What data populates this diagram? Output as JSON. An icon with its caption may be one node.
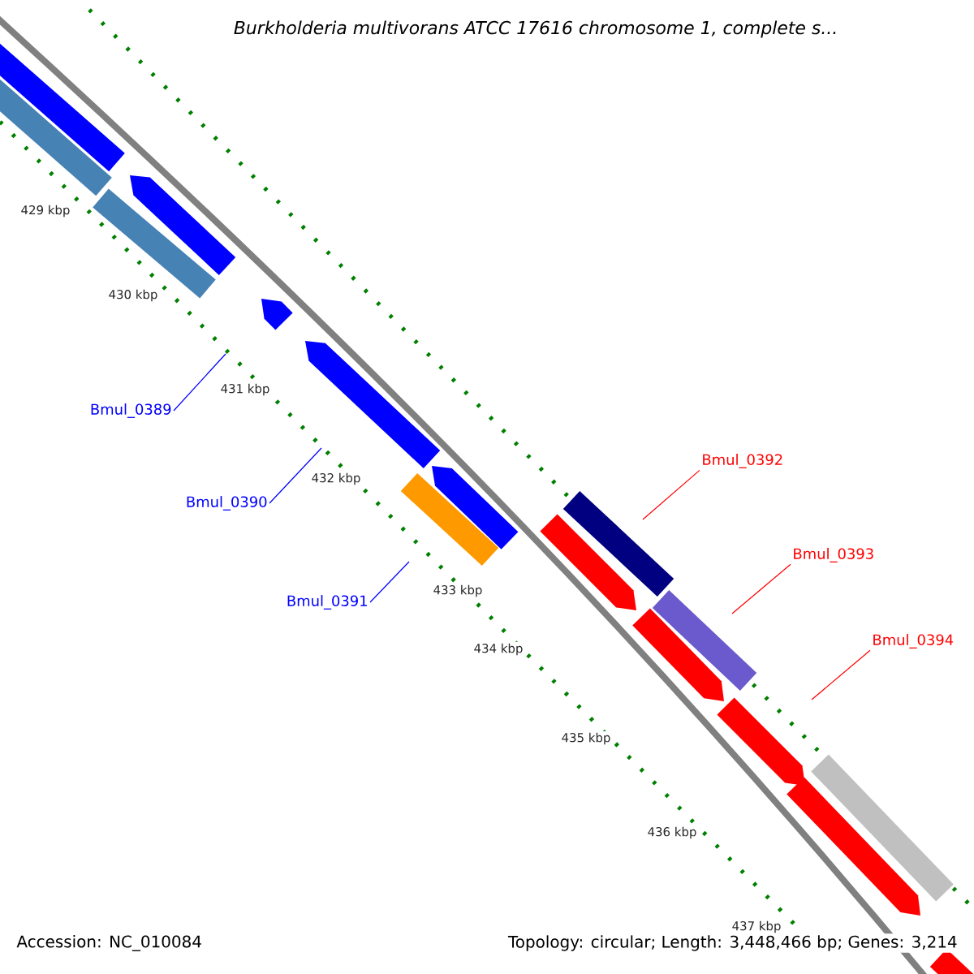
{
  "diagram": {
    "title": "Burkholderia multivorans ATCC 17616 chromosome 1, complete s...",
    "nodes": [
      {
        "text": [
          "Bmul_0389"
        ]
      },
      {
        "text": [
          "Bmul_0390"
        ]
      },
      {
        "text": [
          "Bmul_0391"
        ]
      },
      {
        "text": [
          "Bmul_0392"
        ]
      },
      {
        "text": [
          "Bmul_0393"
        ]
      },
      {
        "text": [
          "Bmul_0394"
        ]
      }
    ],
    "edges": [
      {
        "from": 0,
        "to": null,
        "arrow": "none",
        "color": "#0000ff"
      },
      {
        "from": 1,
        "to": null,
        "arrow": "none",
        "color": "#0000ff"
      },
      {
        "from": 2,
        "to": null,
        "arrow": "none",
        "color": "#0000ff"
      },
      {
        "from": 3,
        "to": null,
        "arrow": "none",
        "color": "#ff0000"
      },
      {
        "from": 4,
        "to": null,
        "arrow": "none",
        "color": "#ff0000"
      },
      {
        "from": 5,
        "to": null,
        "arrow": "none",
        "color": "#ff0000"
      }
    ],
    "labels": [
      "429 kbp",
      "430 kbp",
      "431 kbp",
      "432 kbp",
      "433 kbp",
      "434 kbp",
      "435 kbp",
      "436 kbp",
      "437 kbp",
      "Accession: NC_010084",
      "Topology: circular; Length: 3,448,466 bp; Genes: 3,214"
    ]
  }
}
